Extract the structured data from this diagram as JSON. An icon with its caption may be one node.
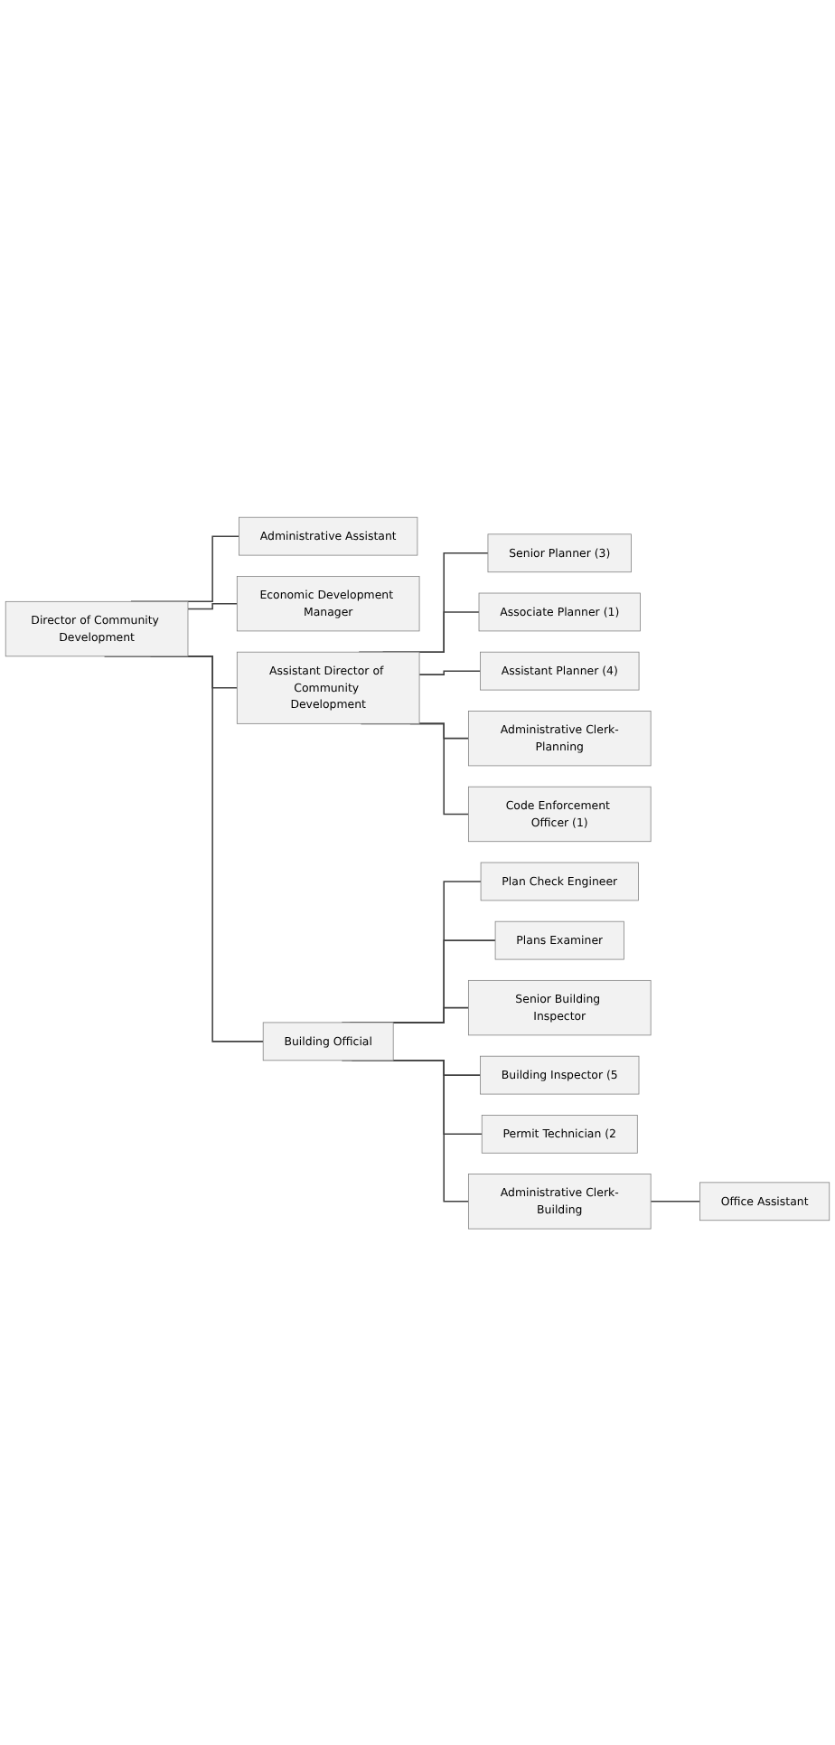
{
  "diagram": {
    "nodes": [
      {
        "text": [
          "Director of Community Development"
        ]
      },
      {
        "text": [
          "Administrative Assistant"
        ]
      },
      {
        "text": [
          "Economic Development Manager"
        ]
      },
      {
        "text": [
          "Assistant Director of Community Development"
        ]
      },
      {
        "text": [
          "Building Official"
        ]
      },
      {
        "text": [
          "Senior Planner (3)"
        ]
      },
      {
        "text": [
          "Associate Planner (1)"
        ]
      },
      {
        "text": [
          "Assistant Planner (4)"
        ]
      },
      {
        "text": [
          "Administrative Clerk-Planning"
        ]
      },
      {
        "text": [
          "Code Enforcement Officer (1)"
        ]
      },
      {
        "text": [
          "Plan Check Engineer"
        ]
      },
      {
        "text": [
          "Plans Examiner"
        ]
      },
      {
        "text": [
          "Senior Building Inspector"
        ]
      },
      {
        "text": [
          "Building Inspector (5"
        ]
      },
      {
        "text": [
          "Permit Technician (2"
        ]
      },
      {
        "text": [
          "Administrative Clerk-Building"
        ]
      },
      {
        "text": [
          "Office Assistant"
        ]
      }
    ],
    "edges": [
      {
        "from": 0,
        "to": 1,
        "arrow": "none"
      },
      {
        "from": 0,
        "to": 2,
        "arrow": "none"
      },
      {
        "from": 0,
        "to": 3,
        "arrow": "none"
      },
      {
        "from": 0,
        "to": 4,
        "arrow": "none"
      },
      {
        "from": 3,
        "to": 5,
        "arrow": "none"
      },
      {
        "from": 3,
        "to": 6,
        "arrow": "none"
      },
      {
        "from": 3,
        "to": 7,
        "arrow": "none"
      },
      {
        "from": 3,
        "to": 8,
        "arrow": "none"
      },
      {
        "from": 3,
        "to": 9,
        "arrow": "none"
      },
      {
        "from": 4,
        "to": 10,
        "arrow": "none"
      },
      {
        "from": 4,
        "to": 11,
        "arrow": "none"
      },
      {
        "from": 4,
        "to": 12,
        "arrow": "none"
      },
      {
        "from": 4,
        "to": 13,
        "arrow": "none"
      },
      {
        "from": 4,
        "to": 14,
        "arrow": "none"
      },
      {
        "from": 4,
        "to": 15,
        "arrow": "none"
      },
      {
        "from": 15,
        "to": 16,
        "arrow": "none"
      }
    ]
  }
}
